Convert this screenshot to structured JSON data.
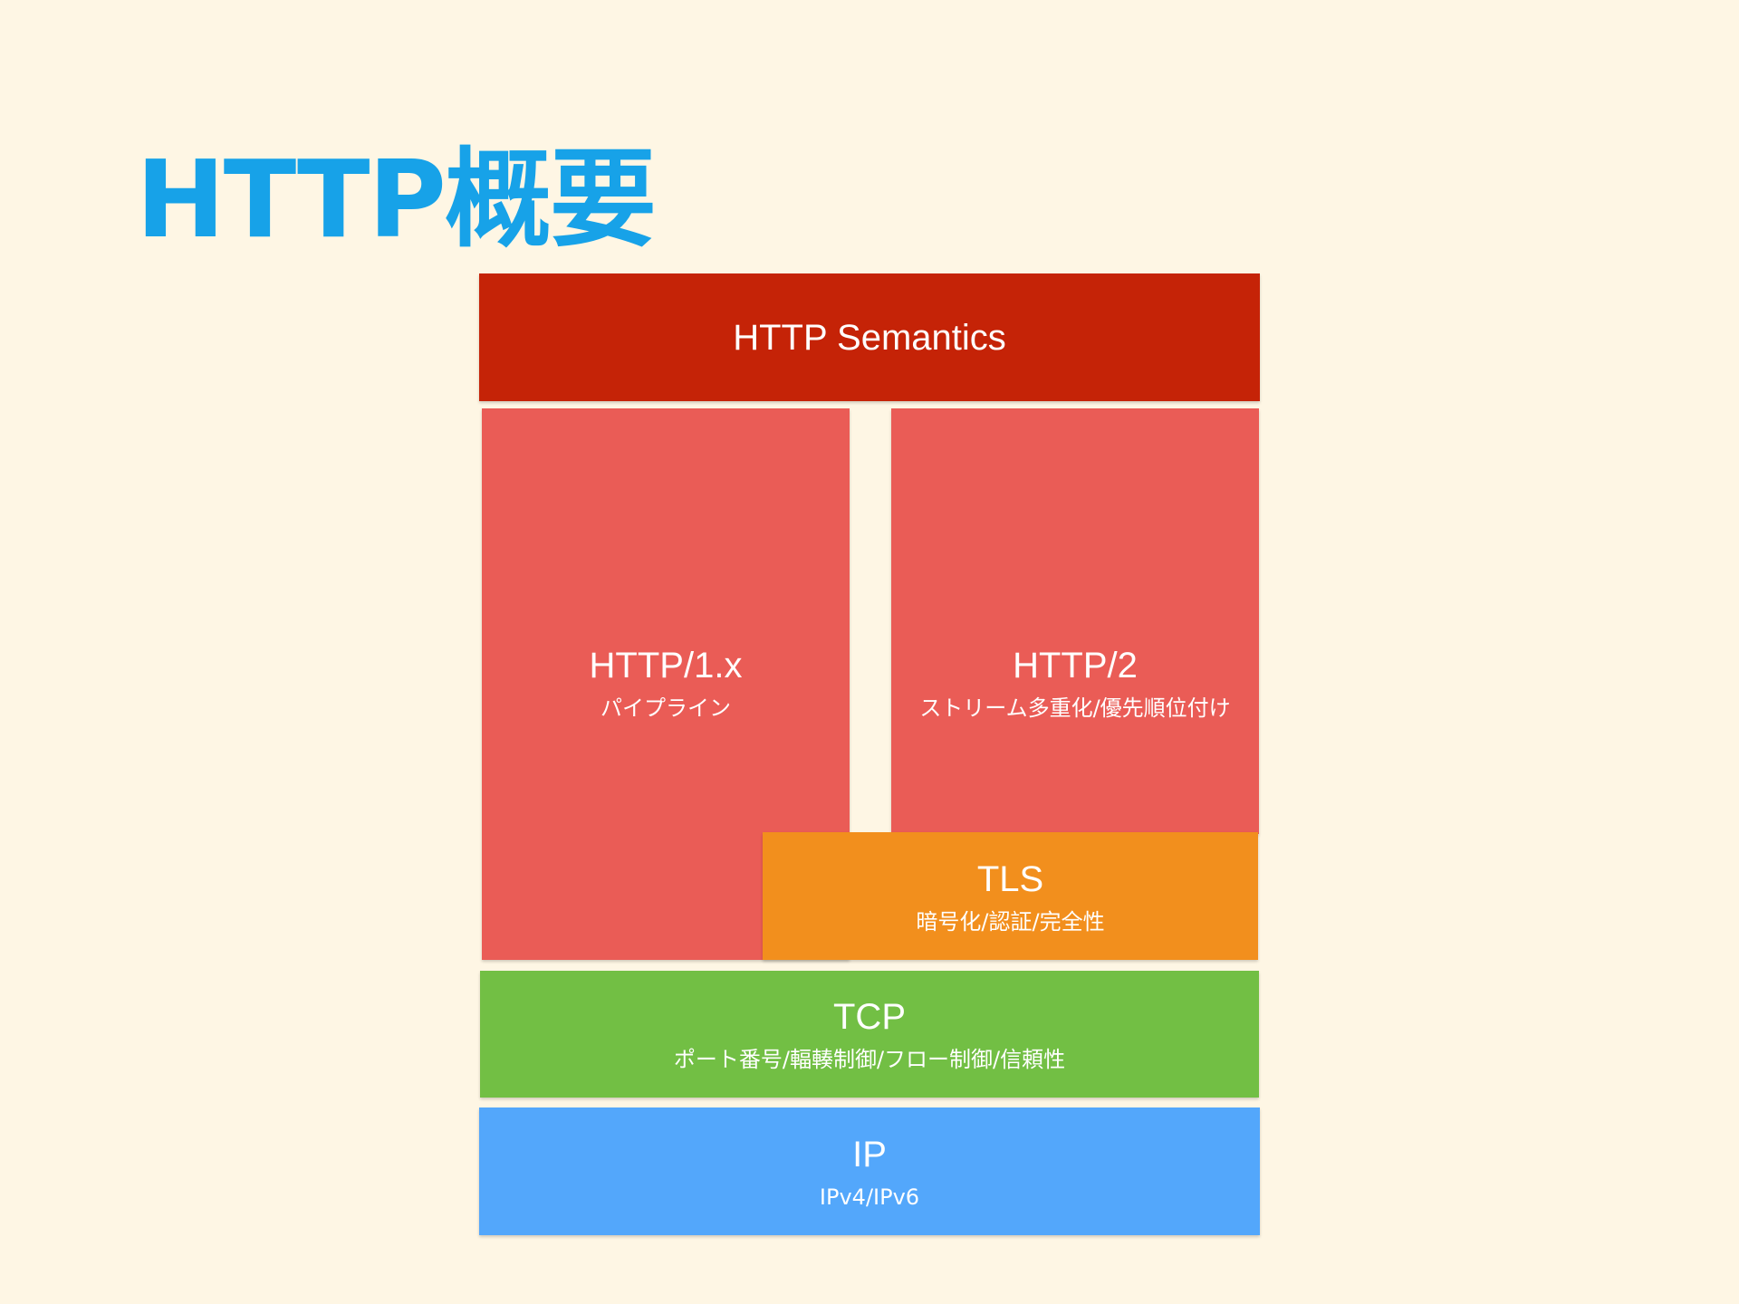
{
  "title": "HTTP概要",
  "layers": {
    "semantics": {
      "label": "HTTP Semantics",
      "sub": "",
      "color": "#c52307"
    },
    "http1": {
      "label": "HTTP/1.x",
      "sub": "パイプライン",
      "color": "#ea5c56"
    },
    "http2": {
      "label": "HTTP/2",
      "sub": "ストリーム多重化/優先順位付け",
      "color": "#ea5c56"
    },
    "tls": {
      "label": "TLS",
      "sub": "暗号化/認証/完全性",
      "color": "#f28f1d"
    },
    "tcp": {
      "label": "TCP",
      "sub": "ポート番号/輻輳制御/フロー制御/信頼性",
      "color": "#72bf44"
    },
    "ip": {
      "label": "IP",
      "sub": "IPv4/IPv6",
      "color": "#53a7fb"
    }
  },
  "colors": {
    "background": "#fef6e4",
    "title": "#17a2e8"
  }
}
